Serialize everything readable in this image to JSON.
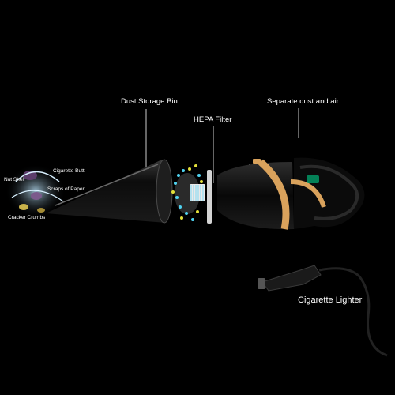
{
  "labels": {
    "dust_storage_bin": "Dust Storage Bin",
    "hepa_filter": "HEPA Filter",
    "separate_dust_air": "Separate dust and air",
    "cigarette_lighter": "Cigarette Lighter",
    "nut_shell": "Nut Shell",
    "cigarette_butt": "Cigarette Butt",
    "scraps_of_paper": "Scraps of Paper",
    "cracker_crumbs": "Cracker Crumbs"
  },
  "colors": {
    "background": "#000000",
    "body": "#111111",
    "accent_gold": "#d9a25c",
    "filter_cyan": "#4fd3f0",
    "filter_yellow": "#e2df3a",
    "leader_line": "#ffffff"
  }
}
